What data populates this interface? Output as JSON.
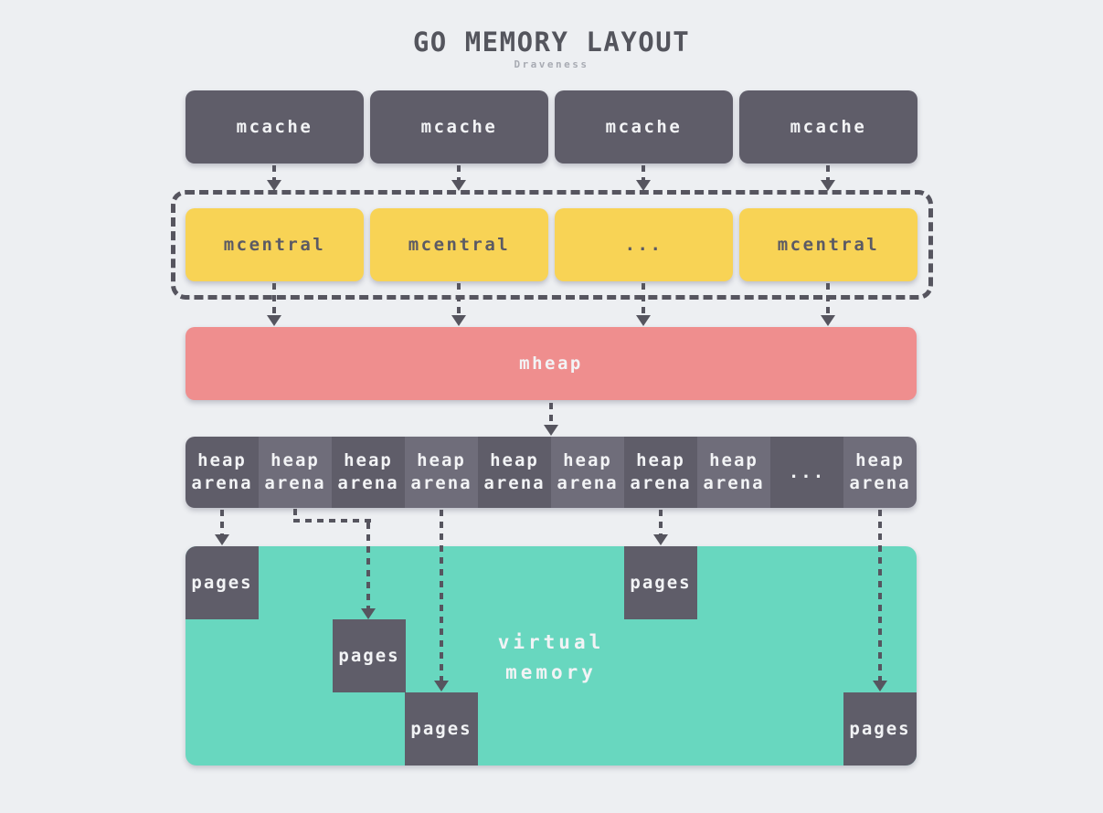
{
  "title": "GO MEMORY LAYOUT",
  "subtitle": "Draveness",
  "colors": {
    "background": "#edeff2",
    "dark_box": "#5f5d69",
    "dark_box_alt": "#6f6d7a",
    "yellow_box": "#f8d355",
    "red_box": "#ef8e8e",
    "teal_region": "#68d7bf",
    "line": "#56555f",
    "text_light": "#f2f3f5",
    "text_dark": "#5b5a64",
    "title_text": "#54555d",
    "subtitle_text": "#a8abb3"
  },
  "mcache_row": [
    "mcache",
    "mcache",
    "mcache",
    "mcache"
  ],
  "mcentral_row": [
    "mcentral",
    "mcentral",
    "...",
    "mcentral"
  ],
  "mheap": {
    "label": "mheap"
  },
  "heap_arena_row": [
    "heap arena",
    "heap arena",
    "heap arena",
    "heap arena",
    "heap arena",
    "heap arena",
    "heap arena",
    "heap arena",
    "...",
    "heap arena"
  ],
  "pages_boxes": [
    "pages",
    "pages",
    "pages",
    "pages",
    "pages"
  ],
  "virtual_memory": {
    "label": "virtual memory"
  }
}
